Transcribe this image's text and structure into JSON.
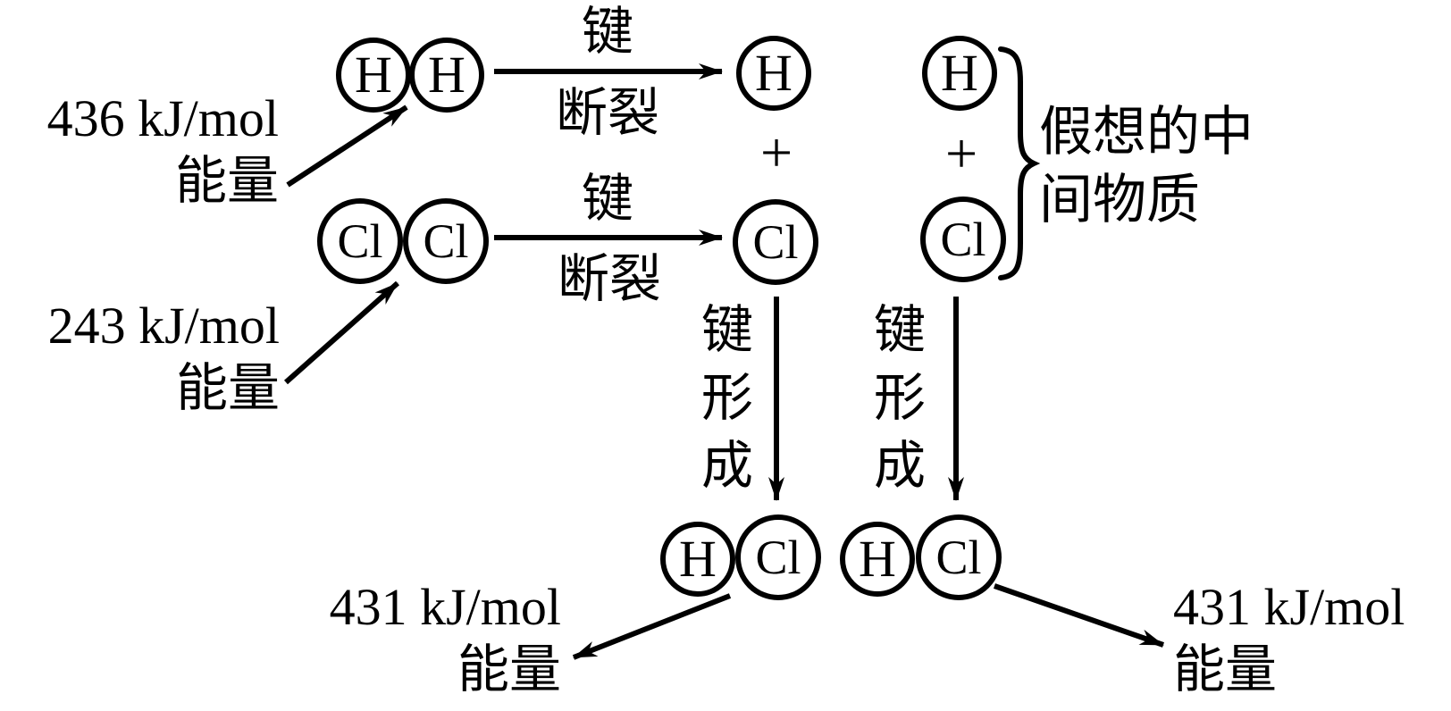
{
  "energies": {
    "h2": {
      "value": "436 kJ/mol",
      "label": "能量"
    },
    "cl2": {
      "value": "243 kJ/mol",
      "label": "能量"
    },
    "hcl_left": {
      "value": "431 kJ/mol",
      "label": "能量"
    },
    "hcl_right": {
      "value": "431 kJ/mol",
      "label": "能量"
    }
  },
  "labels": {
    "bond_break_line1": "键",
    "bond_break_line2": "断裂",
    "bond_form_chars": [
      "键",
      "形",
      "成"
    ],
    "plus": "+",
    "intermediate_line1": "假想的中",
    "intermediate_line2": "间物质"
  },
  "atoms": {
    "h": "H",
    "cl": "Cl"
  },
  "colors": {
    "ink": "#000000",
    "background": "#ffffff"
  }
}
